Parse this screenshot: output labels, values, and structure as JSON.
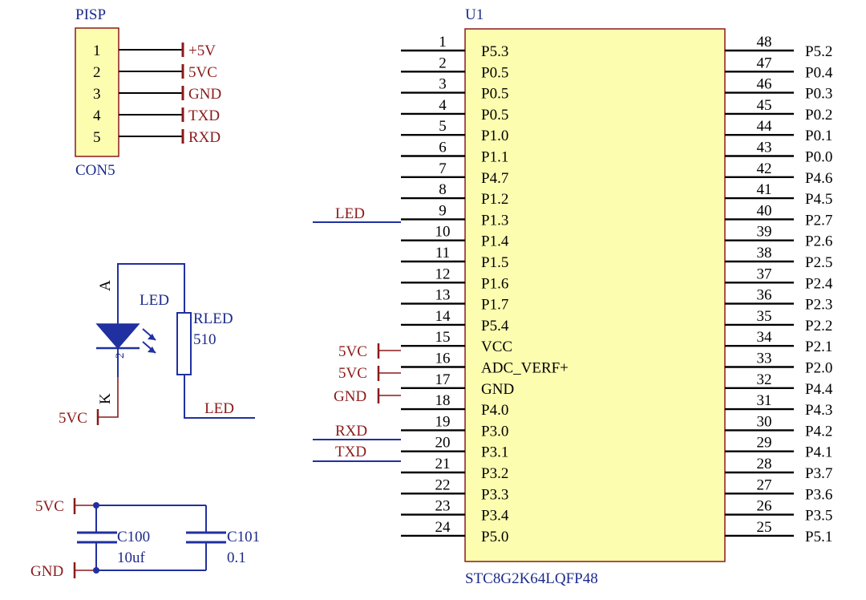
{
  "colors": {
    "chip_fill": "#fdfdb0",
    "chip_border": "#8b1a1a",
    "wire_blue": "#2030a0",
    "power_red": "#8b1a1a",
    "pin_black": "#000000",
    "ref_navy": "#1c2a8a"
  },
  "connector": {
    "ref": "PISP",
    "value": "CON5",
    "pins": [
      "1",
      "2",
      "3",
      "4",
      "5"
    ],
    "nets": [
      "+5V",
      "5VC",
      "GND",
      "TXD",
      "RXD"
    ]
  },
  "chip": {
    "ref": "U1",
    "value": "STC8G2K64LQFP48",
    "left_pins": [
      {
        "num": "1",
        "name": "P5.3"
      },
      {
        "num": "2",
        "name": "P0.5"
      },
      {
        "num": "3",
        "name": "P0.5"
      },
      {
        "num": "4",
        "name": "P0.5"
      },
      {
        "num": "5",
        "name": "P1.0"
      },
      {
        "num": "6",
        "name": "P1.1"
      },
      {
        "num": "7",
        "name": "P4.7"
      },
      {
        "num": "8",
        "name": "P1.2"
      },
      {
        "num": "9",
        "name": "P1.3"
      },
      {
        "num": "10",
        "name": "P1.4"
      },
      {
        "num": "11",
        "name": "P1.5"
      },
      {
        "num": "12",
        "name": "P1.6"
      },
      {
        "num": "13",
        "name": "P1.7"
      },
      {
        "num": "14",
        "name": "P5.4"
      },
      {
        "num": "15",
        "name": "VCC"
      },
      {
        "num": "16",
        "name": "ADC_VERF+"
      },
      {
        "num": "17",
        "name": "GND"
      },
      {
        "num": "18",
        "name": "P4.0"
      },
      {
        "num": "19",
        "name": "P3.0"
      },
      {
        "num": "20",
        "name": "P3.1"
      },
      {
        "num": "21",
        "name": "P3.2"
      },
      {
        "num": "22",
        "name": "P3.3"
      },
      {
        "num": "23",
        "name": "P3.4"
      },
      {
        "num": "24",
        "name": "P5.0"
      }
    ],
    "right_pins": [
      {
        "num": "48",
        "name": "P5.2"
      },
      {
        "num": "47",
        "name": "P0.4"
      },
      {
        "num": "46",
        "name": "P0.3"
      },
      {
        "num": "45",
        "name": "P0.2"
      },
      {
        "num": "44",
        "name": "P0.1"
      },
      {
        "num": "43",
        "name": "P0.0"
      },
      {
        "num": "42",
        "name": "P4.6"
      },
      {
        "num": "41",
        "name": "P4.5"
      },
      {
        "num": "40",
        "name": "P2.7"
      },
      {
        "num": "39",
        "name": "P2.6"
      },
      {
        "num": "38",
        "name": "P2.5"
      },
      {
        "num": "37",
        "name": "P2.4"
      },
      {
        "num": "36",
        "name": "P2.3"
      },
      {
        "num": "35",
        "name": "P2.2"
      },
      {
        "num": "34",
        "name": "P2.1"
      },
      {
        "num": "33",
        "name": "P2.0"
      },
      {
        "num": "32",
        "name": "P4.4"
      },
      {
        "num": "31",
        "name": "P4.3"
      },
      {
        "num": "30",
        "name": "P4.2"
      },
      {
        "num": "29",
        "name": "P4.1"
      },
      {
        "num": "28",
        "name": "P3.7"
      },
      {
        "num": "27",
        "name": "P3.6"
      },
      {
        "num": "26",
        "name": "P3.5"
      },
      {
        "num": "25",
        "name": "P5.1"
      }
    ],
    "net_labels": {
      "pin9": "LED",
      "pin15": "5VC",
      "pin16": "5VC",
      "pin17": "GND",
      "pin19": "RXD",
      "pin20": "TXD"
    }
  },
  "led_circuit": {
    "led_pin_a": "A",
    "led_pin_k": "K",
    "led_ref": "LED",
    "led_pin_num": "2",
    "resistor_ref": "RLED",
    "resistor_value": "510",
    "net_out": "LED",
    "power_label": "5VC"
  },
  "caps": {
    "power_label": "5VC",
    "ground_label": "GND",
    "c1_ref": "C100",
    "c1_value": "10uf",
    "c2_ref": "C101",
    "c2_value": "0.1"
  }
}
